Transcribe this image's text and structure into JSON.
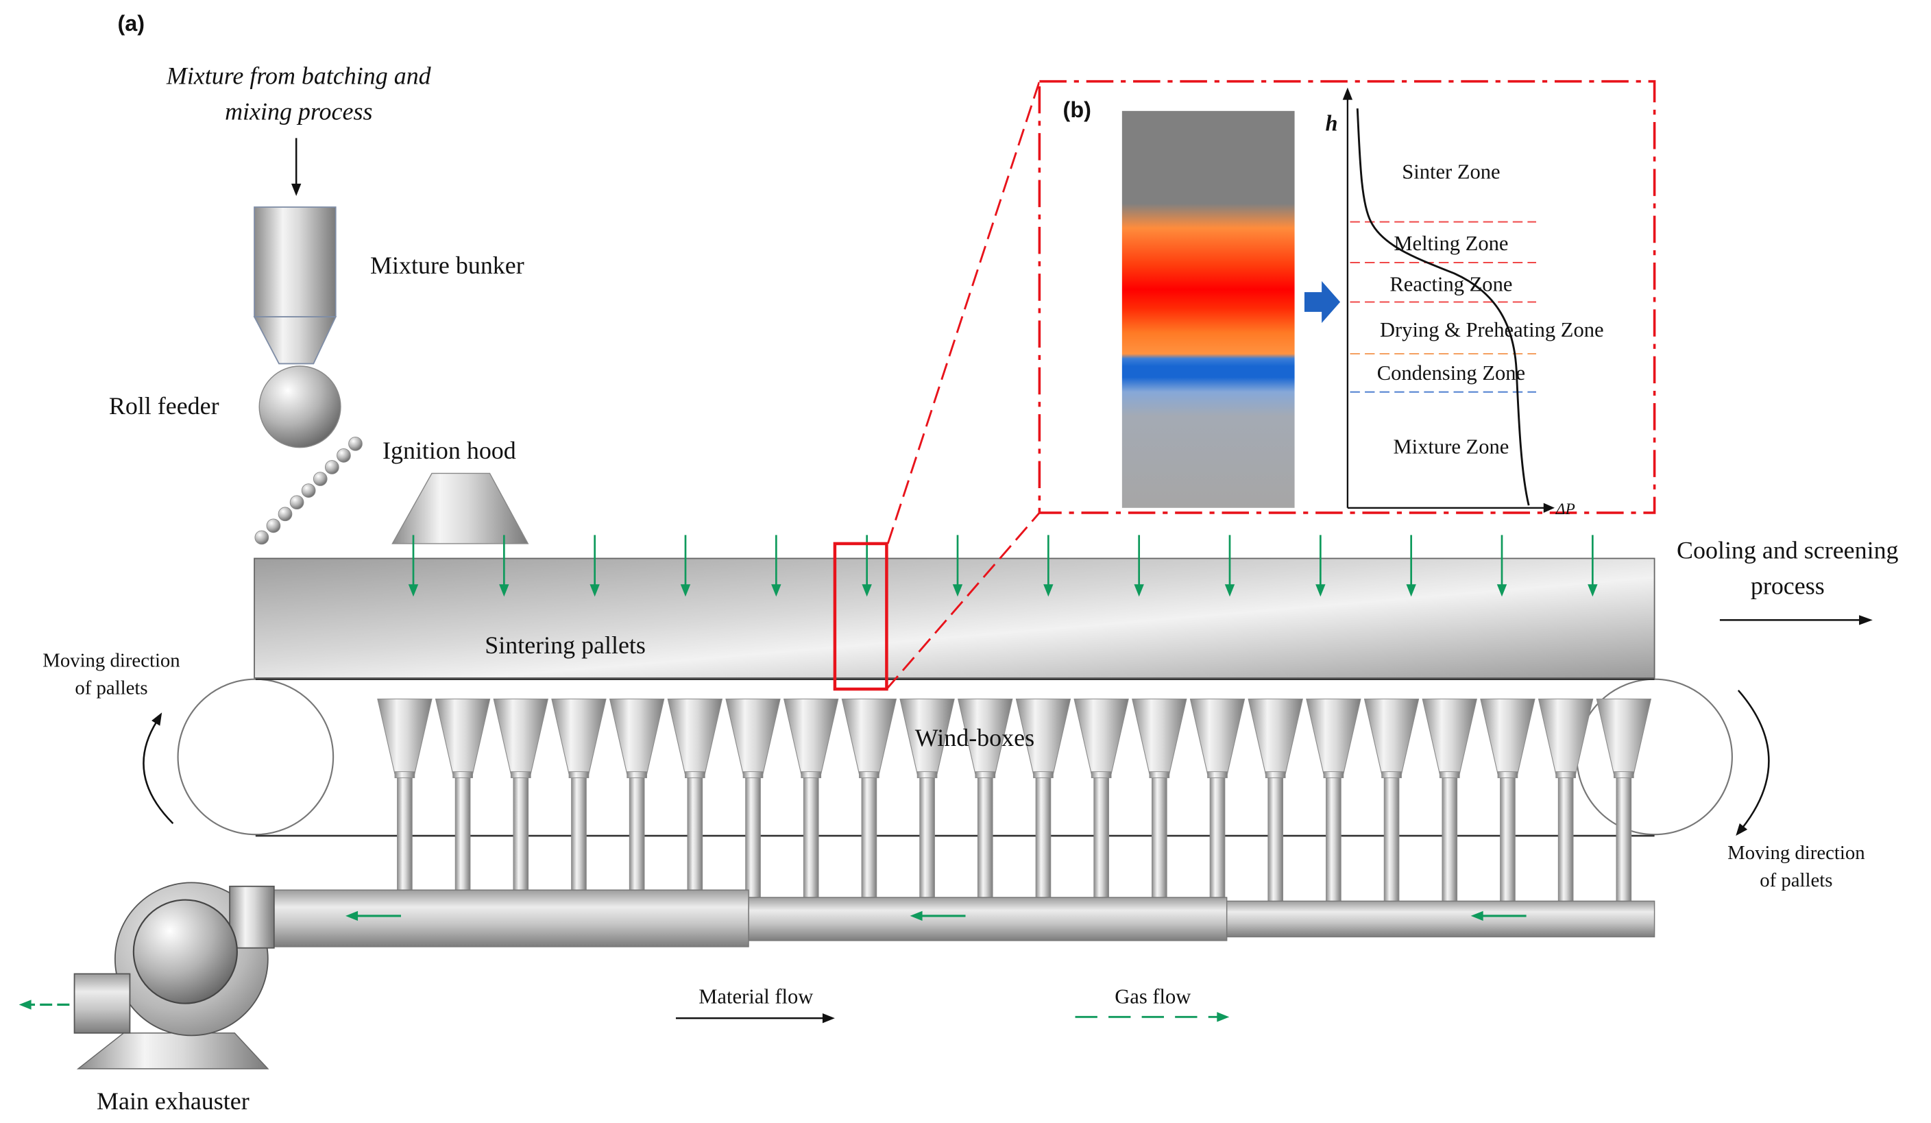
{
  "panel_a_label": "(a)",
  "feed_source": {
    "line1": "Mixture from batching and",
    "line2": "mixing process"
  },
  "labels": {
    "mixture_bunker": "Mixture bunker",
    "roll_feeder": "Roll feeder",
    "ignition_hood": "Ignition hood",
    "sintering_pallets": "Sintering pallets",
    "wind_boxes": "Wind-boxes",
    "main_exhauster": "Main exhauster",
    "cooling_line1": "Cooling and screening",
    "cooling_line2": "process",
    "moving_left_line1": "Moving direction",
    "moving_left_line2": "of pallets",
    "moving_right_line1": "Moving direction",
    "moving_right_line2": "of pallets"
  },
  "legend": {
    "material_flow": "Material flow",
    "gas_flow": "Gas flow"
  },
  "panel_b": {
    "label": "(b)",
    "y_axis": "h",
    "x_axis": "ΔP",
    "zones": [
      {
        "name": "Sinter Zone",
        "color": "#666666"
      },
      {
        "name": "Melting Zone",
        "color": "#e8131b"
      },
      {
        "name": "Reacting Zone",
        "color": "#e8131b"
      },
      {
        "name": "Drying & Preheating Zone",
        "color": "#f08a2c"
      },
      {
        "name": "Condensing Zone",
        "color": "#2f6fc4"
      },
      {
        "name": "Mixture Zone",
        "color": "#666666"
      }
    ]
  },
  "colors": {
    "highlight_red": "#e8131b",
    "gas_flow": "#0f9a5c",
    "material_flow": "#111111",
    "heat_arrow": "#1f62c2"
  }
}
